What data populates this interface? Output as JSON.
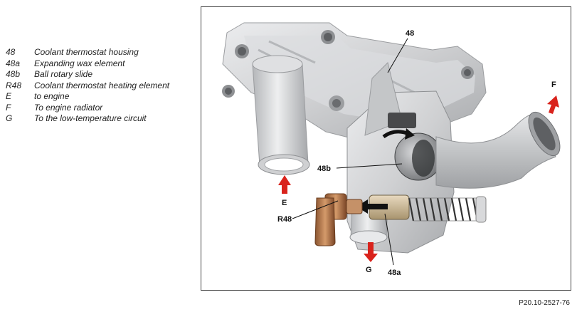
{
  "legend": [
    {
      "key": "48",
      "text": "Coolant thermostat housing"
    },
    {
      "key": "48a",
      "text": "Expanding wax element"
    },
    {
      "key": "48b",
      "text": "Ball rotary slide"
    },
    {
      "key": "R48",
      "text": "Coolant thermostat heating element"
    },
    {
      "key": "E",
      "text": "to engine"
    },
    {
      "key": "F",
      "text": "To engine radiator"
    },
    {
      "key": "G",
      "text": "To the low-temperature circuit"
    }
  ],
  "callouts": {
    "c48": "48",
    "c48b": "48b",
    "c48a": "48a",
    "cR48": "R48",
    "cE": "E",
    "cF": "F",
    "cG": "G"
  },
  "reference": "P20.10-2527-76",
  "colors": {
    "flow_arrow": "#d9231c",
    "housing": "#c9cacc",
    "copper": "#b8794a"
  }
}
